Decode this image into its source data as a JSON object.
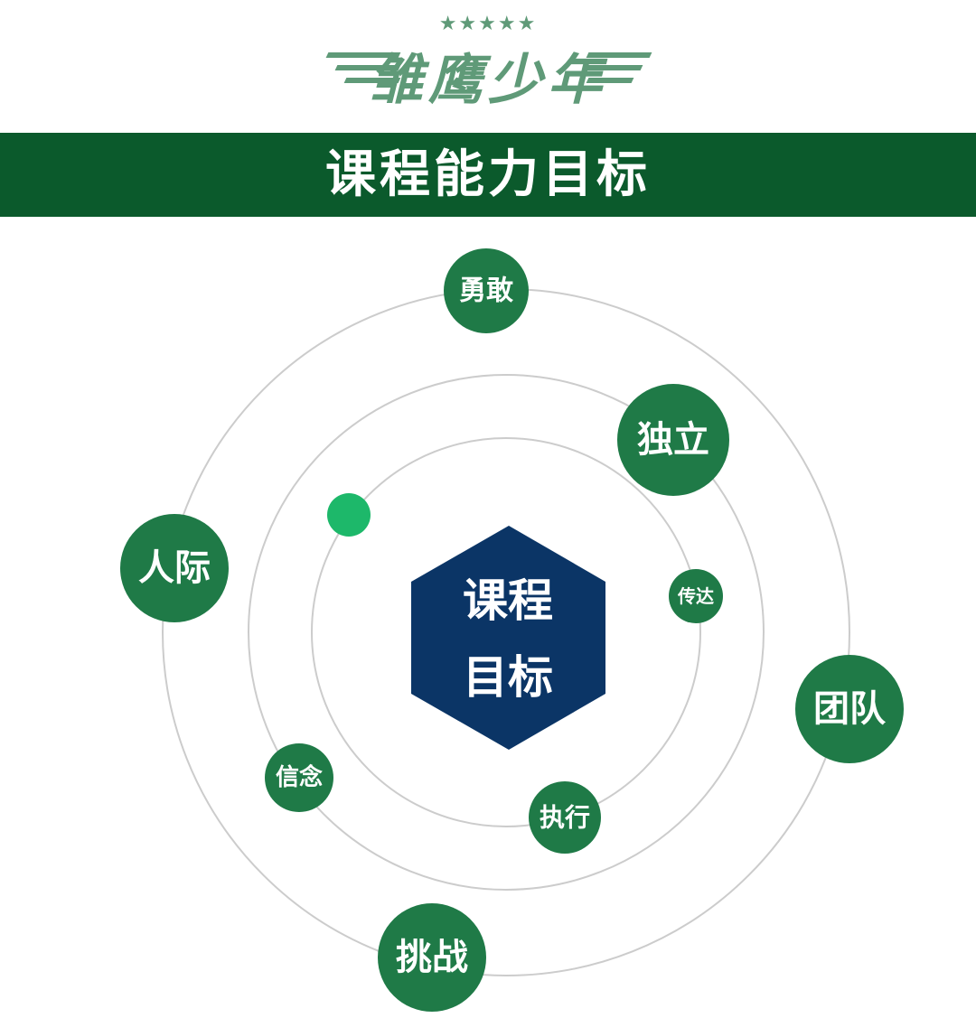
{
  "logo": {
    "stars": "★★★★★",
    "text": "雏鹰少年"
  },
  "banner": {
    "title": "课程能力目标"
  },
  "center": {
    "line1": "课程",
    "line2": "目标"
  },
  "nodes": [
    {
      "id": "yonggan",
      "label": "勇敢"
    },
    {
      "id": "duli",
      "label": "独立"
    },
    {
      "id": "renji",
      "label": "人际"
    },
    {
      "id": "chuanda",
      "label": "传达"
    },
    {
      "id": "tuandui",
      "label": "团队"
    },
    {
      "id": "xinnian",
      "label": "信念"
    },
    {
      "id": "zhixing",
      "label": "执行"
    },
    {
      "id": "tiaozhan",
      "label": "挑战"
    }
  ],
  "colors": {
    "banner": "#0b5a2c",
    "node": "#1f7a47",
    "hexagon": "#0b3566",
    "accent_dot": "#1db86a",
    "rings": "#cccccc",
    "logo": "#5f9a78"
  }
}
